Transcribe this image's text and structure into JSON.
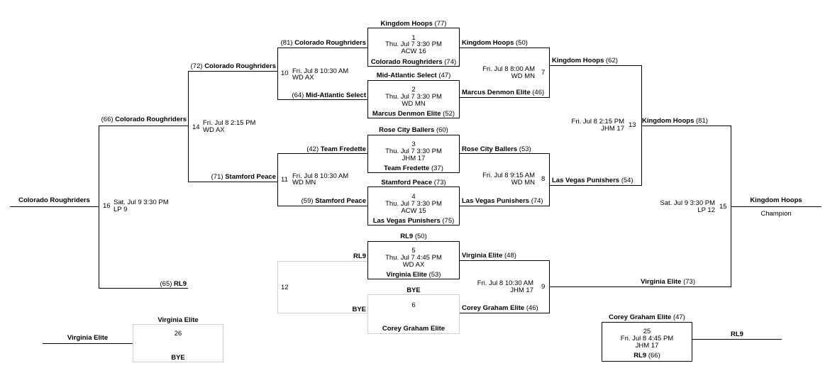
{
  "games": {
    "g1": {
      "num": "1",
      "time": "Thu. Jul 7 3:30 PM",
      "court": "ACW 16",
      "top_name": "Kingdom Hoops",
      "top_score": "(77)",
      "bottom_name": "Colorado Roughriders",
      "bottom_score": "(74)"
    },
    "g2": {
      "num": "2",
      "time": "Thu. Jul 7 3:30 PM",
      "court": "WD MN",
      "top_name": "Mid-Atlantic Select",
      "top_score": "(47)",
      "bottom_name": "Marcus Denmon Elite",
      "bottom_score": "(52)"
    },
    "g3": {
      "num": "3",
      "time": "Thu. Jul 7 3:30 PM",
      "court": "JHM 17",
      "top_name": "Rose City Ballers",
      "top_score": "(60)",
      "bottom_name": "Team Fredette",
      "bottom_score": "(37)"
    },
    "g4": {
      "num": "4",
      "time": "Thu. Jul 7 3:30 PM",
      "court": "ACW 15",
      "top_name": "Stamford Peace",
      "top_score": "(73)",
      "bottom_name": "Las Vegas Punishers",
      "bottom_score": "(75)"
    },
    "g5": {
      "num": "5",
      "time": "Thu. Jul 7 4:45 PM",
      "court": "WD AX",
      "top_name": "RL9",
      "top_score": "(50)",
      "bottom_name": "Virginia Elite",
      "bottom_score": "(53)"
    },
    "g6": {
      "num": "6",
      "top_name": "BYE",
      "bottom_name": "Corey Graham Elite"
    },
    "g7": {
      "num": "7",
      "time": "Fri. Jul 8 8:00 AM",
      "court": "WD MN",
      "in_top_name": "Kingdom Hoops",
      "in_top_score": "(50)",
      "in_bottom_name": "Marcus Denmon Elite",
      "in_bottom_score": "(46)",
      "winner_name": "Kingdom Hoops",
      "winner_score": "(62)"
    },
    "g8": {
      "num": "8",
      "time": "Fri. Jul 8 9:15 AM",
      "court": "WD MN",
      "in_top_name": "Rose City Ballers",
      "in_top_score": "(53)",
      "in_bottom_name": "Las Vegas Punishers",
      "in_bottom_score": "(74)",
      "winner_name": "Las Vegas Punishers",
      "winner_score": "(54)"
    },
    "g9": {
      "num": "9",
      "time": "Fri. Jul 8 10:30 AM",
      "court": "JHM 17",
      "in_top_name": "Virginia Elite",
      "in_top_score": "(48)",
      "in_bottom_name": "Corey Graham Elite",
      "in_bottom_score": "(46)",
      "winner_name": "Virginia Elite",
      "winner_score": "(73)"
    },
    "g10": {
      "num": "10",
      "time": "Fri. Jul 8 10:30 AM",
      "court": "WD AX",
      "in_top_score": "(81)",
      "in_top_name": "Colorado Roughriders",
      "in_bottom_score": "(64)",
      "in_bottom_name": "Mid-Atlantic Select",
      "winner_score": "(72)",
      "winner_name": "Colorado Roughriders"
    },
    "g11": {
      "num": "11",
      "time": "Fri. Jul 8 10:30 AM",
      "court": "WD MN",
      "in_top_score": "(42)",
      "in_top_name": "Team Fredette",
      "in_bottom_score": "(59)",
      "in_bottom_name": "Stamford Peace",
      "winner_score": "(71)",
      "winner_name": "Stamford Peace"
    },
    "g12": {
      "num": "12",
      "in_top_name": "RL9",
      "in_bottom_name": "BYE",
      "winner_score": "(65)",
      "winner_name": "RL9"
    },
    "g13": {
      "num": "13",
      "time": "Fri. Jul 8 2:15 PM",
      "court": "JHM 17",
      "winner_name": "Kingdom Hoops",
      "winner_score": "(81)"
    },
    "g14": {
      "num": "14",
      "time": "Fri. Jul 8 2:15 PM",
      "court": "WD AX",
      "winner_score": "(66)",
      "winner_name": "Colorado Roughriders"
    },
    "g15": {
      "num": "15",
      "time": "Sat. Jul 9 3:30 PM",
      "court": "LP 12",
      "winner_name": "Kingdom Hoops",
      "caption": "Champion"
    },
    "g16": {
      "num": "16",
      "time": "Sat. Jul 9 3:30 PM",
      "court": "LP 9",
      "winner_name": "Colorado Roughriders"
    },
    "g25": {
      "num": "25",
      "time": "Fri. Jul 8 4:45 PM",
      "court": "JHM 17",
      "top_name": "Corey Graham Elite",
      "top_score": "(47)",
      "bottom_name": "RL9",
      "bottom_score": "(66)",
      "winner_name": "RL9"
    },
    "g26": {
      "num": "26",
      "top_name": "Virginia Elite",
      "bottom_name": "BYE",
      "winner_name": "Virginia Elite"
    }
  }
}
